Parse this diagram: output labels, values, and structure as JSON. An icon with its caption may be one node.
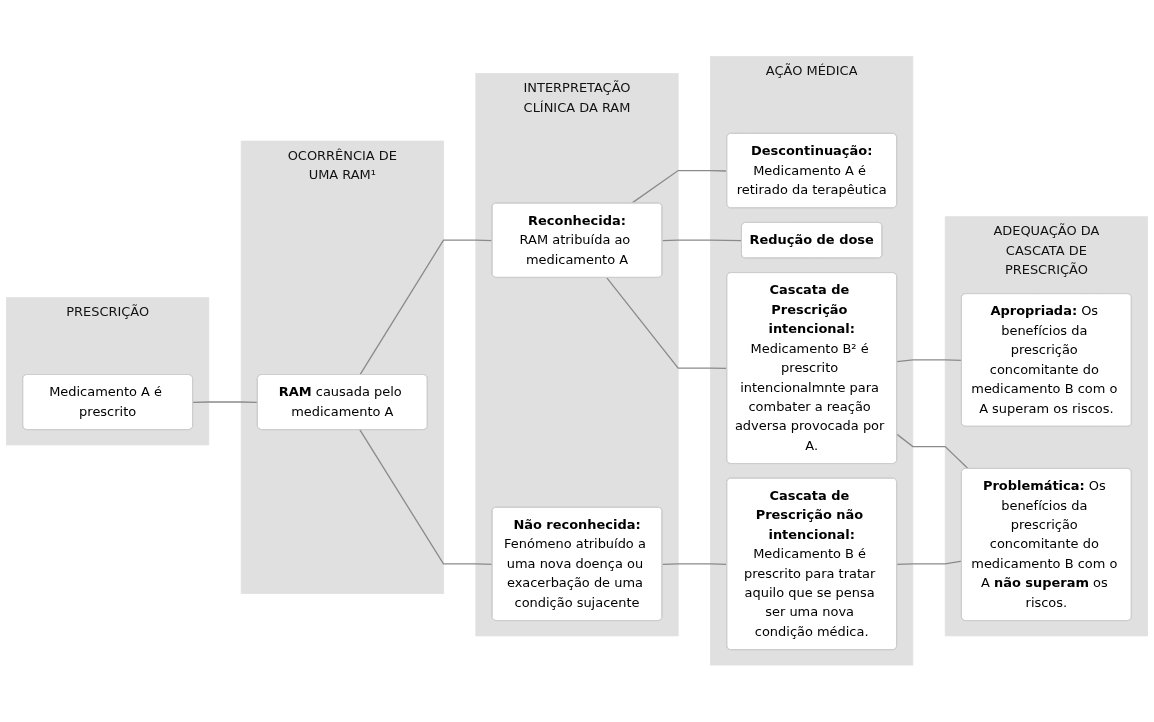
{
  "diagram": {
    "nodes": [
      {
        "text": [
          "PRESCRIÇÃO"
        ]
      },
      {
        "text": [
          "Medicamento A é prescrito"
        ],
        "in": 0
      },
      {
        "text": [
          "OCORRÊNCIA DE UMA RAM¹"
        ]
      },
      {
        "text": [
          "**RAM** causada pelo medicamento A"
        ],
        "in": 2
      },
      {
        "text": [
          "INTERPRETAÇÃO CLÍNICA DA RAM"
        ]
      },
      {
        "text": [
          "Reconhecida:",
          "RAM atribuída ao medicamento A"
        ],
        "in": 4
      },
      {
        "text": [
          "Não reconhecida:",
          "Fenómeno atribuído a uma nova doença ou exacerbação de uma condição sujacente"
        ],
        "in": 4
      },
      {
        "text": [
          "AÇÃO MÉDICA"
        ]
      },
      {
        "text": [
          "Descontinuação:",
          "Medicamento A é retirado da terapêutica"
        ],
        "in": 7
      },
      {
        "text": [
          "**Redução de dose**"
        ],
        "in": 7
      },
      {
        "text": [
          "Cascata de Prescrição intencional:",
          "Medicamento B² é prescrito intencionalmnte para combater a reação adversa provocada por A."
        ],
        "in": 7
      },
      {
        "text": [
          "Cascata de Prescrição não intencional:",
          "Medicamento B é prescrito para tratar aquilo que se pensa ser uma nova condição médica."
        ],
        "in": 7
      },
      {
        "text": [
          "ADEQUAÇÃO DA CASCATA DE PRESCRIÇÃO"
        ]
      },
      {
        "text": [
          "**Apropriada:** Os benefícios da prescrição concomitante do medicamento B com o A superam os riscos."
        ],
        "in": 12
      },
      {
        "text": [
          "**Problemática:** Os benefícios da prescrição concomitante do medicamento B com o A **não superam** os riscos."
        ],
        "in": 12
      }
    ],
    "edges": [
      {
        "from": 1,
        "to": 3,
        "arrow": "none"
      },
      {
        "from": 3,
        "to": 5,
        "arrow": "none"
      },
      {
        "from": 3,
        "to": 6,
        "arrow": "none"
      },
      {
        "from": 5,
        "to": 8,
        "arrow": "none"
      },
      {
        "from": 5,
        "to": 9,
        "arrow": "none"
      },
      {
        "from": 5,
        "to": 10,
        "arrow": "none"
      },
      {
        "from": 6,
        "to": 11,
        "arrow": "none"
      },
      {
        "from": 10,
        "to": 13,
        "arrow": "none"
      },
      {
        "from": 10,
        "to": 14,
        "arrow": "none"
      },
      {
        "from": 11,
        "to": 14,
        "arrow": "none"
      }
    ]
  }
}
